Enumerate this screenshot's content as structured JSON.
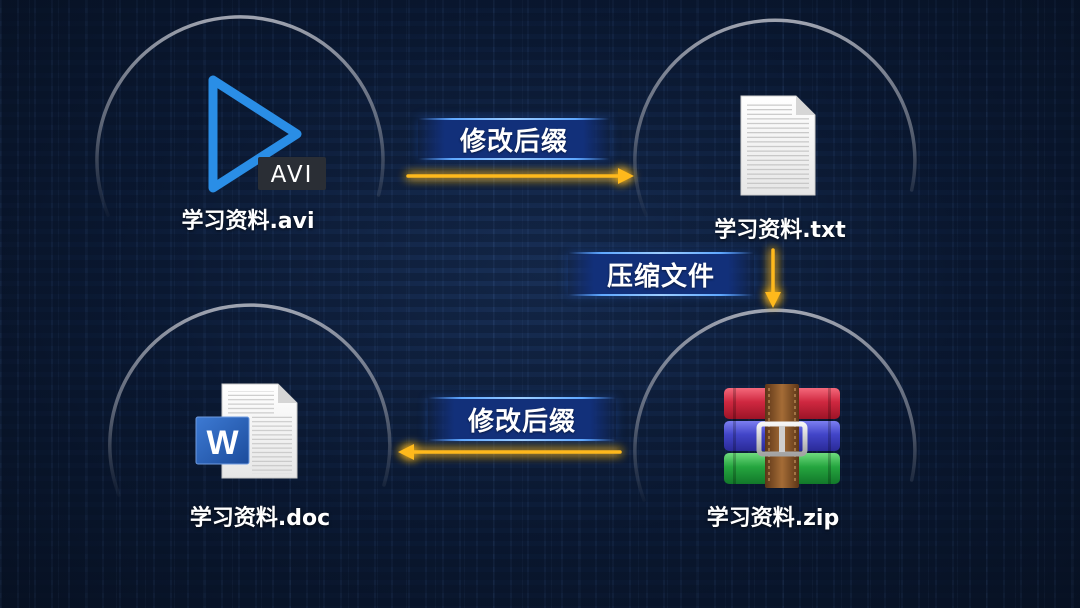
{
  "colors": {
    "background": "#0b1a35",
    "arrow": "#ffb91f",
    "banner": "#12307a",
    "icon_blue": "#2a8ee6",
    "label_text": "#ffffff"
  },
  "nodes": {
    "avi": {
      "label": "学习资料.avi",
      "icon": "play-icon",
      "badge": "AVI"
    },
    "txt": {
      "label": "学习资料.txt",
      "icon": "text-file-icon"
    },
    "zip": {
      "label": "学习资料.zip",
      "icon": "winrar-archive-icon"
    },
    "doc": {
      "label": "学习资料.doc",
      "icon": "word-document-icon",
      "logo_letter": "W"
    }
  },
  "steps": {
    "rename_first": {
      "label": "修改后缀"
    },
    "compress": {
      "label": "压缩文件"
    },
    "rename_second": {
      "label": "修改后缀"
    }
  }
}
